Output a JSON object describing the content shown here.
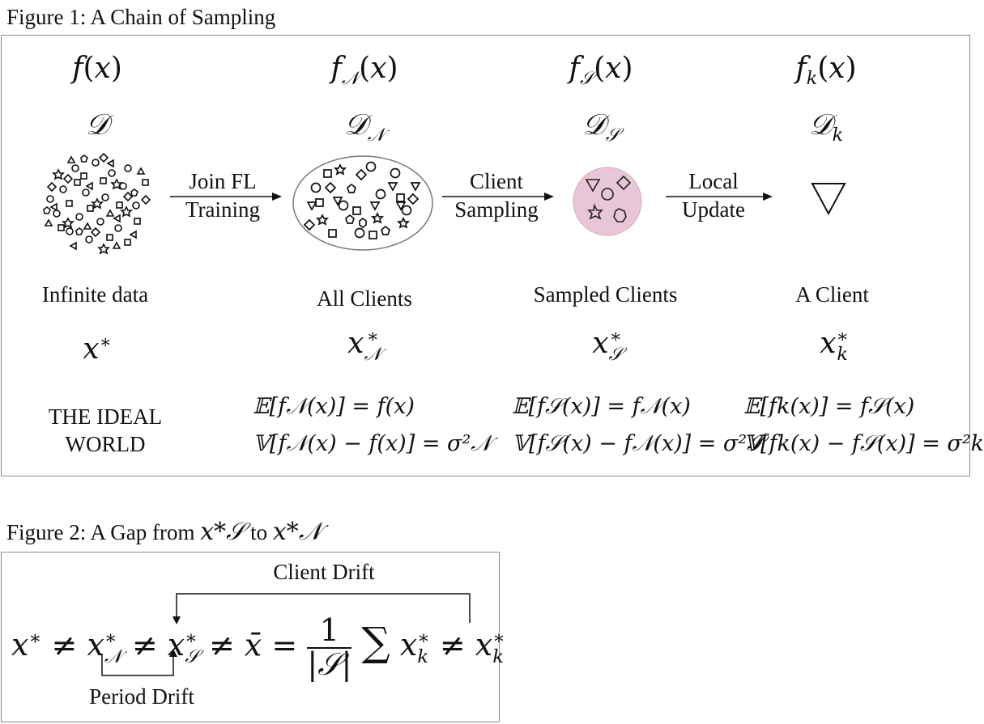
{
  "figure1": {
    "caption": "Figure 1: A Chain of Sampling",
    "functions": [
      "f(x)",
      "f𝒩(x)",
      "f𝒮(x)",
      "fk(x)"
    ],
    "distributions": [
      "𝒟",
      "𝒟𝒩",
      "𝒟𝒮",
      "𝒟k"
    ],
    "arrows": [
      {
        "line1": "Join FL",
        "line2": "Training"
      },
      {
        "line1": "Client",
        "line2": "Sampling"
      },
      {
        "line1": "Local",
        "line2": "Update"
      }
    ],
    "labels": [
      "Infinite data",
      "All Clients",
      "Sampled Clients",
      "A Client"
    ],
    "optima": [
      "x*",
      "x*𝒩",
      "x*𝒮",
      "x*k"
    ],
    "ideal_world": {
      "line1": "THE IDEAL",
      "line2": "WORLD"
    },
    "equations": [
      {
        "expectation": "𝔼[f𝒩(x)] = f(x)",
        "variance": "𝕍[f𝒩(x) − f(x)] = σ²𝒩"
      },
      {
        "expectation": "𝔼[f𝒮(x)] = f𝒩(x)",
        "variance": "𝕍[f𝒮(x) − f𝒩(x)] = σ²𝒮"
      },
      {
        "expectation": "𝔼[fk(x)] = f𝒮(x)",
        "variance": "𝕍[fk(x) − f𝒮(x)] = σ²k"
      }
    ],
    "colors": {
      "sampled_clients_fill": "#e8c6d6",
      "sampled_clients_edge": "#c99ab2",
      "box_border": "#8a8a8a"
    }
  },
  "figure2": {
    "caption_text": "Figure 2: A Gap from",
    "caption_from": "x*𝒮",
    "caption_to_word": "to",
    "caption_to": "x*𝒩",
    "client_drift_label": "Client Drift",
    "period_drift_label": "Period Drift",
    "equation": "x* ≠ x*𝒩 ≠ x*𝒮 ≠ x̄ = (1/|𝒮|) ∑ x*k ≠ x*k",
    "fraction_numerator": "1",
    "fraction_denominator": "|𝒮|"
  }
}
